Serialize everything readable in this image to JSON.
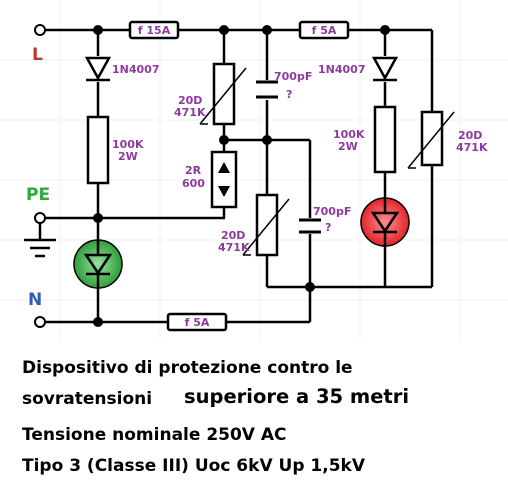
{
  "terminals": {
    "line": "L",
    "protective_earth": "PE",
    "neutral": "N"
  },
  "colors": {
    "line": "#c0392b",
    "protective_earth": "#2eaa3a",
    "neutral": "#2f5cb8",
    "labels": "#8e3a9e",
    "led_green": "#2e9e3a",
    "led_red": "#e0262a"
  },
  "fuses": {
    "f1": "f 15A",
    "f2": "f 5A",
    "f3": "f 5A"
  },
  "components": {
    "diode_left": "1N4007",
    "diode_right": "1N4007",
    "res_left_value": "100K",
    "res_left_power": "2W",
    "res_right_value": "100K",
    "res_right_power": "2W",
    "var1_type": "20D",
    "var1_value": "471K",
    "var2_type": "20D",
    "var2_value": "471K",
    "var3_type": "20D",
    "var3_value": "471K",
    "gdt_value": "2R",
    "gdt_voltage": "600",
    "cap1_value": "700pF",
    "cap1_note": "?",
    "cap2_value": "700pF",
    "cap2_note": "?"
  },
  "caption": {
    "line1": "Dispositivo di protezione contro le",
    "line2a": "sovratensioni",
    "line2b": "superiore a 35 metri",
    "line3": "Tensione nominale 250V AC",
    "line4": "Tipo 3 (Classe III) Uoc 6kV   Up 1,5kV"
  }
}
